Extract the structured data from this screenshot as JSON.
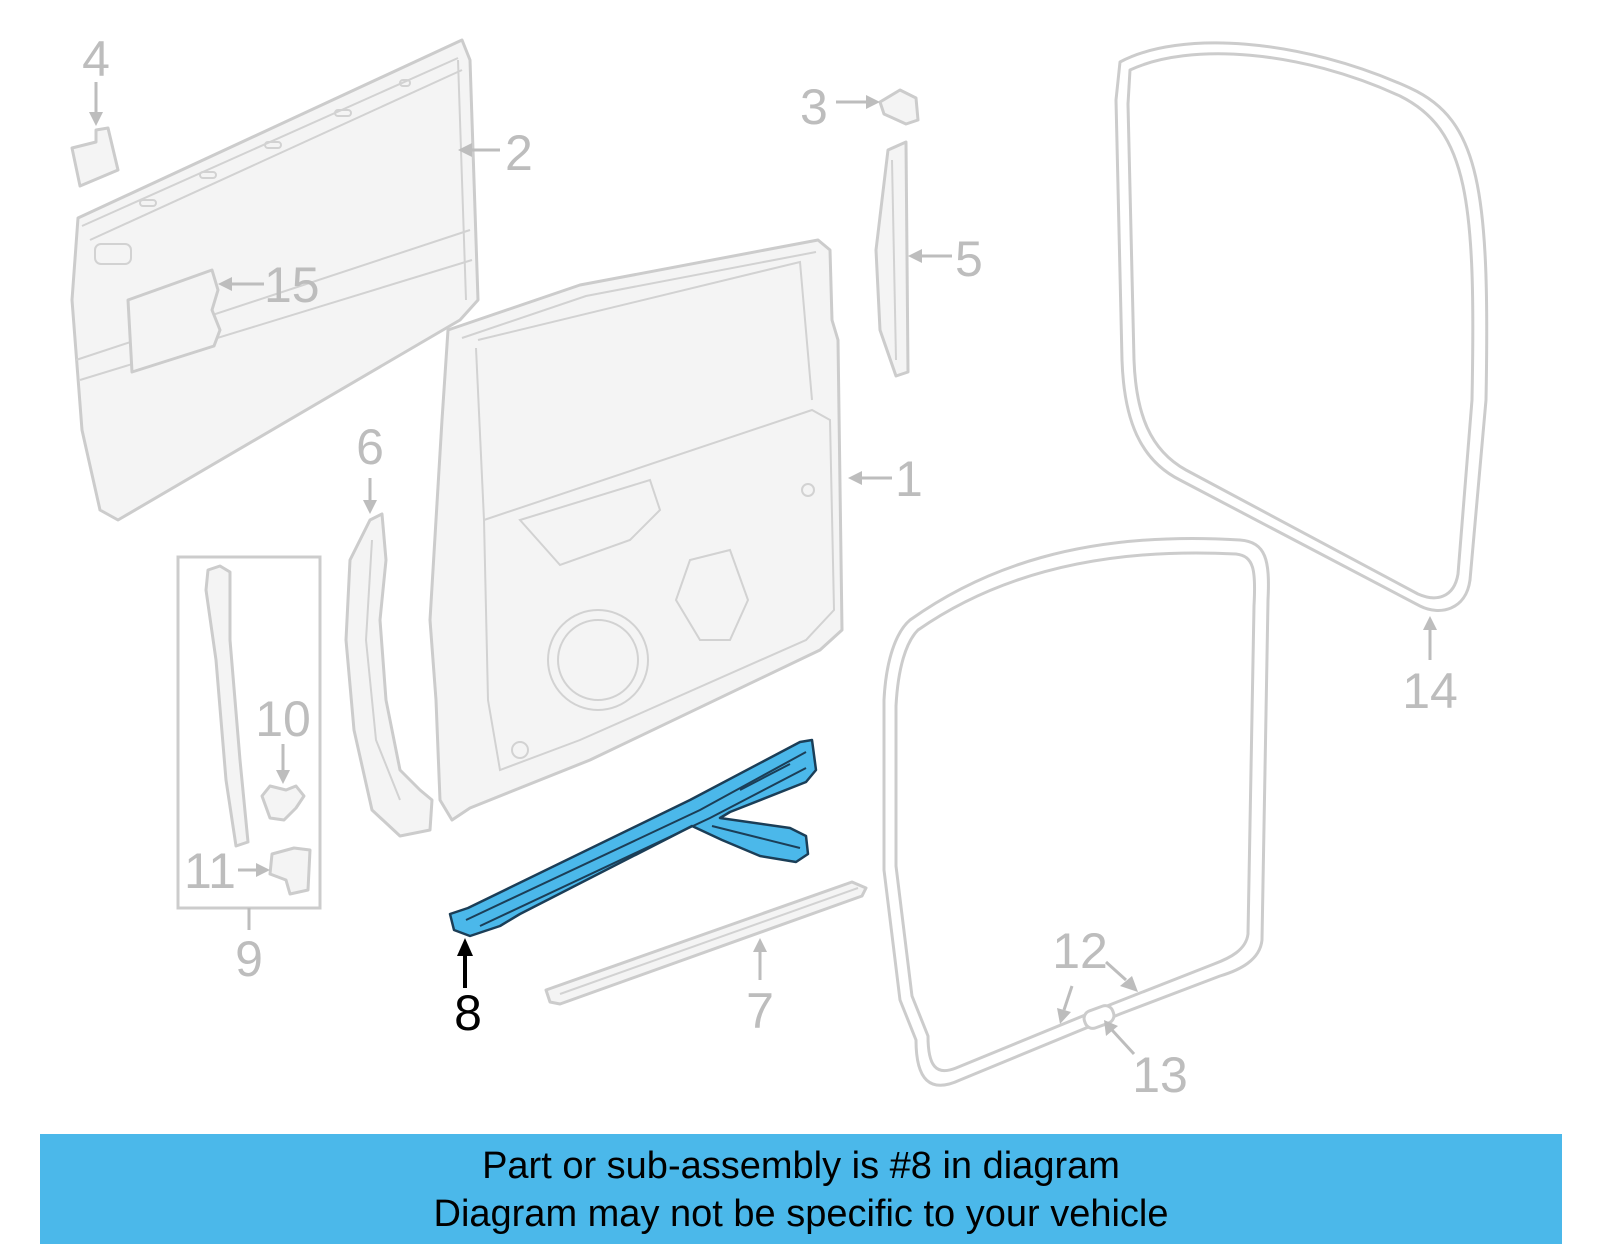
{
  "diagram": {
    "highlight_color": "#4bb8ea",
    "outline_color": "#cccccc",
    "callouts": {
      "c1": "1",
      "c2": "2",
      "c3": "3",
      "c4": "4",
      "c5": "5",
      "c6": "6",
      "c7": "7",
      "c8": "8",
      "c9": "9",
      "c10": "10",
      "c11": "11",
      "c12": "12",
      "c13": "13",
      "c14": "14",
      "c15": "15"
    },
    "highlighted_callout": "8"
  },
  "banner": {
    "line1": "Part or sub-assembly is #8 in diagram",
    "line2": "Diagram may not be specific to your vehicle",
    "background": "#4bb8ea"
  }
}
